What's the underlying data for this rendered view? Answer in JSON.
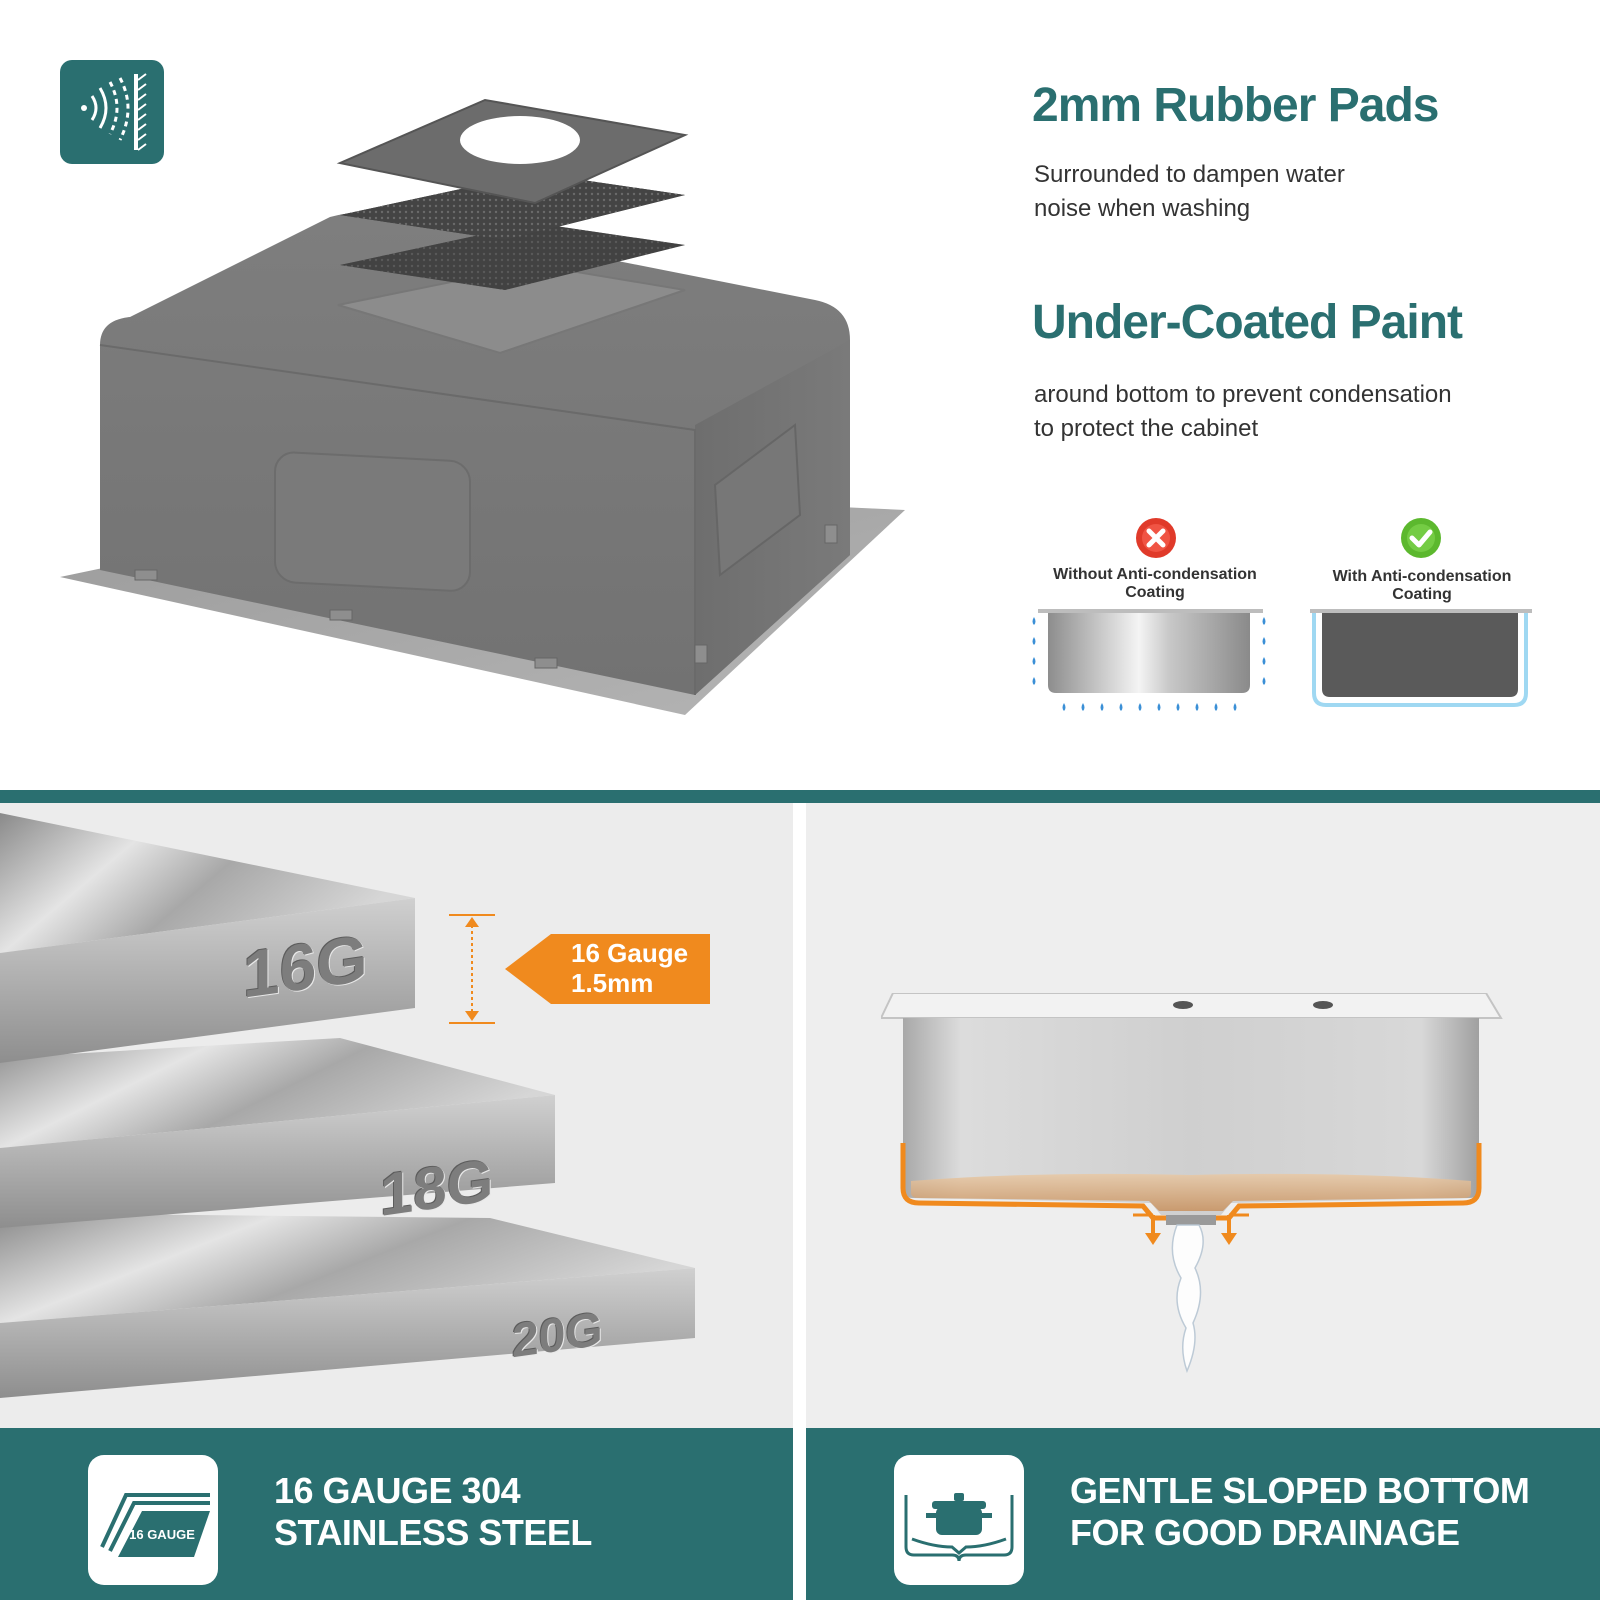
{
  "features": [
    {
      "title": "2mm Rubber Pads",
      "text_lines": [
        "Surrounded to dampen water",
        "noise when washing"
      ]
    },
    {
      "title": "Under-Coated Paint",
      "text_lines": [
        "around bottom to prevent condensation",
        "to protect the cabinet"
      ]
    }
  ],
  "comparison": {
    "without": {
      "label_lines": [
        "Without Anti-condensation",
        "Coating"
      ],
      "icon": "x-cross-icon",
      "color": "#e03a2a"
    },
    "with": {
      "label_lines": [
        "With Anti-condensation",
        "Coating"
      ],
      "icon": "check-mark-icon",
      "color": "#5cb82e"
    }
  },
  "gauge": {
    "sheet_labels": [
      "16G",
      "18G",
      "20G"
    ],
    "callout_lines": [
      "16 Gauge",
      "1.5mm"
    ],
    "callout_color": "#f08a1e",
    "badge_icon_text": "16 GAUGE"
  },
  "banners": {
    "left": {
      "lines": [
        "16 GAUGE 304",
        "STAINLESS STEEL"
      ],
      "icon": "stacked-sheets-icon"
    },
    "right": {
      "lines": [
        "GENTLE SLOPED BOTTOM",
        "FOR GOOD DRAINAGE"
      ],
      "icon": "pot-in-sink-icon"
    }
  },
  "icons": {
    "top_badge": "sound-dampening-icon"
  },
  "colors": {
    "brand_teal": "#2a6f70",
    "accent_orange": "#f08a1e"
  }
}
